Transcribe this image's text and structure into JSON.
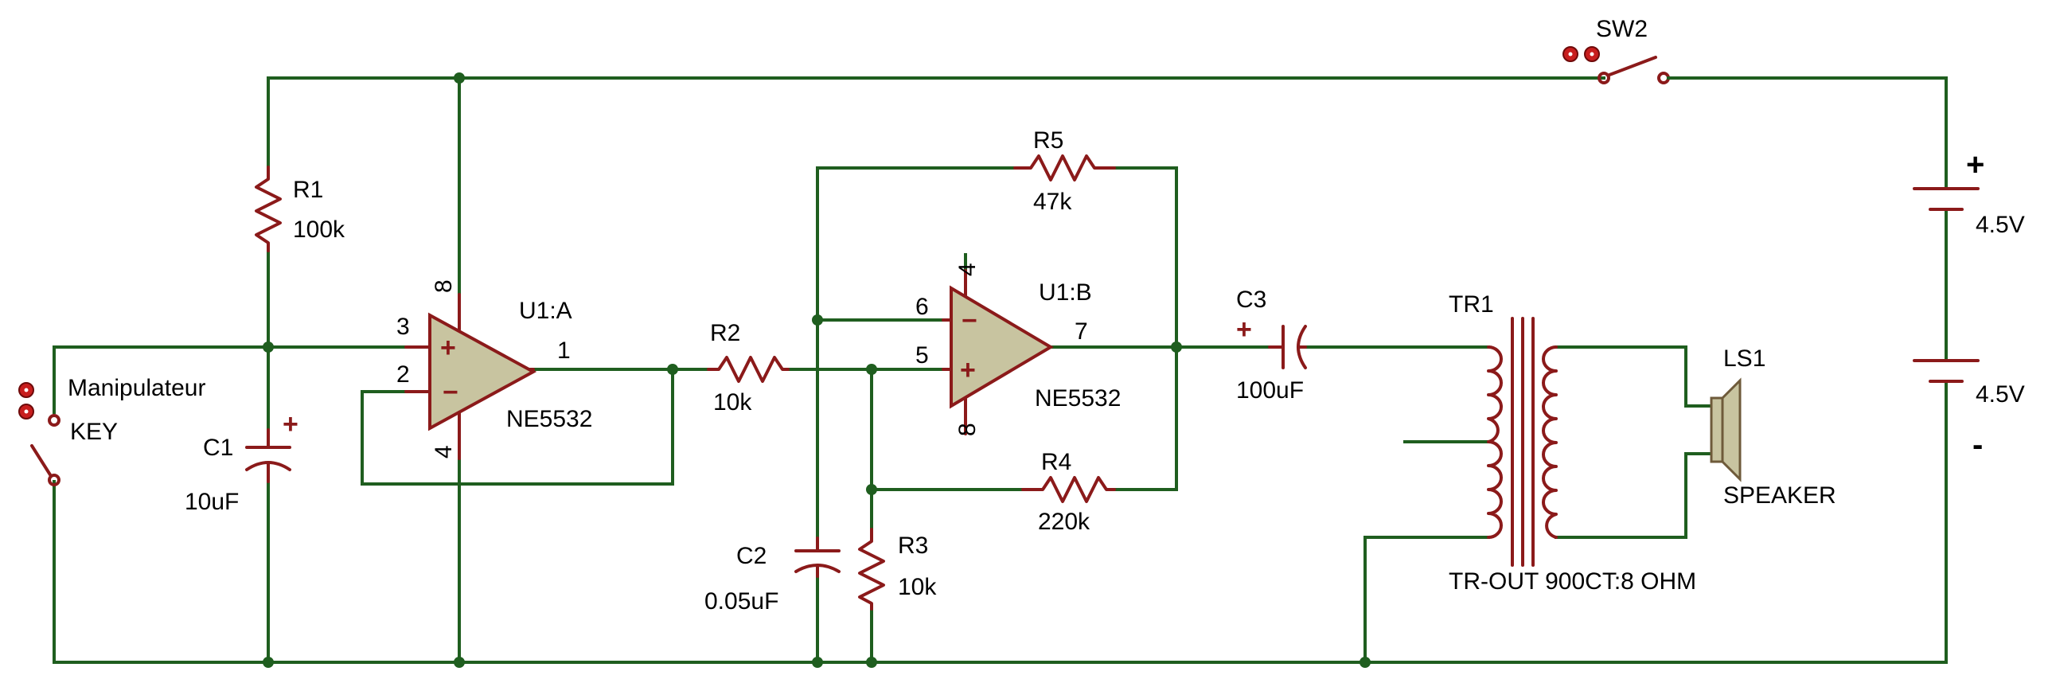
{
  "components": {
    "r1": {
      "ref": "R1",
      "value": "100k"
    },
    "r2": {
      "ref": "R2",
      "value": "10k"
    },
    "r3": {
      "ref": "R3",
      "value": "10k"
    },
    "r4": {
      "ref": "R4",
      "value": "220k"
    },
    "r5": {
      "ref": "R5",
      "value": "47k"
    },
    "c1": {
      "ref": "C1",
      "value": "10uF"
    },
    "c2": {
      "ref": "C2",
      "value": "0.05uF"
    },
    "c3": {
      "ref": "C3",
      "value": "100uF"
    },
    "u1a": {
      "ref": "U1:A",
      "part": "NE5532",
      "pins": {
        "noninv": "3",
        "inv": "2",
        "out": "1",
        "vplus": "8",
        "vminus": "4"
      }
    },
    "u1b": {
      "ref": "U1:B",
      "part": "NE5532",
      "pins": {
        "inv": "6",
        "noninv": "5",
        "out": "7",
        "vplus": "4",
        "vminus": "8"
      }
    },
    "tr1": {
      "ref": "TR1",
      "value": "TR-OUT 900CT:8 OHM"
    },
    "ls1": {
      "ref": "LS1",
      "value": "SPEAKER"
    },
    "sw2": {
      "ref": "SW2"
    },
    "key": {
      "name": "Manipulateur",
      "value": "KEY"
    },
    "battery": {
      "top": "4.5V",
      "bottom": "4.5V",
      "plus": "+",
      "minus": "-"
    }
  },
  "colors": {
    "wire": "#1f5e1f",
    "component": "#8b1a1a",
    "opamp_fill": "#c8c4a0",
    "probe": "#c81e1e"
  }
}
